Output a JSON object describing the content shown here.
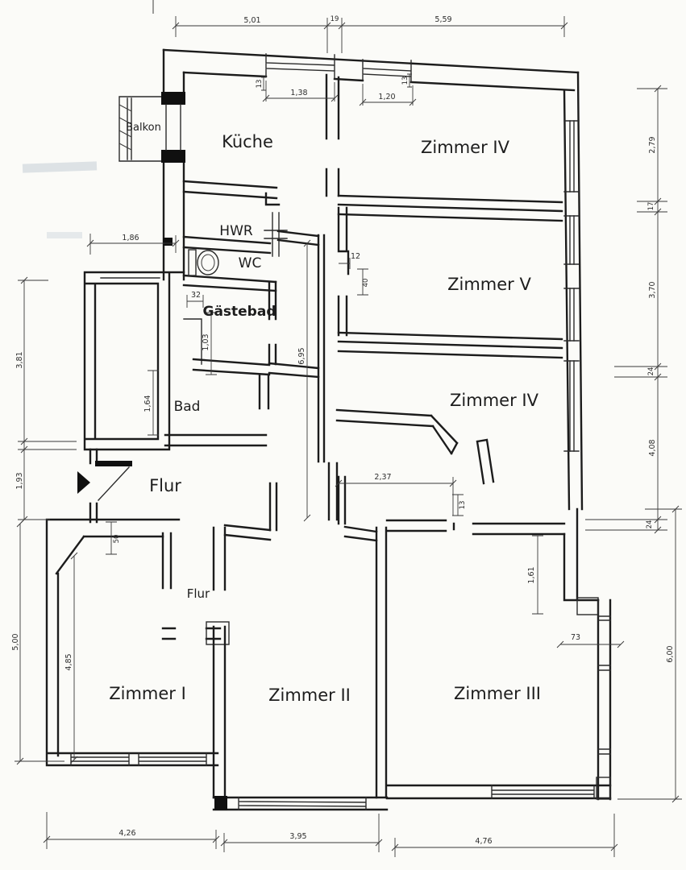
{
  "meta": {
    "title": "Grundriss Wohnung"
  },
  "rooms": {
    "balkon": "Balkon",
    "kueche": "Küche",
    "hwr": "HWR",
    "wc": "WC",
    "gaestebad": "Gästebad",
    "bad": "Bad",
    "flur_upper": "Flur",
    "flur_lower": "Flur",
    "zimmer_iv_top": "Zimmer IV",
    "zimmer_v": "Zimmer V",
    "zimmer_iv_mid": "Zimmer IV",
    "zimmer_i": "Zimmer I",
    "zimmer_ii": "Zimmer II",
    "zimmer_iii": "Zimmer III"
  },
  "dims": {
    "top_left": "5,01",
    "top_pier": "19",
    "top_right": "5,59",
    "win1": "1,38",
    "win1_depth": "13",
    "win2": "1,20",
    "win2_depth": "13",
    "left_corridor": "1,86",
    "left_upper": "3,81",
    "left_mid": "1,93",
    "left_lower": "5,00",
    "right_1": "2,79",
    "right_2": "17",
    "right_3": "3,70",
    "right_4": "24",
    "right_5": "4,08",
    "right_6": "24",
    "right_overall": "6,00",
    "hall_height": "6,95",
    "gb_width": "32",
    "gb_height": "1,03",
    "bad_height": "1,64",
    "z5_jamb": "12",
    "z5_door": "40",
    "flur_width": "2,37",
    "flur_step": "13",
    "z1_step": "50",
    "z1_height": "4,85",
    "z3_height": "1,61",
    "z3_width": "73",
    "bottom_left": "4,26",
    "bottom_mid": "3,95",
    "bottom_right": "4,76"
  },
  "colors": {
    "paper": "#fbfbf8",
    "ink": "#1c1c1c",
    "dim": "#3a3a3a"
  }
}
